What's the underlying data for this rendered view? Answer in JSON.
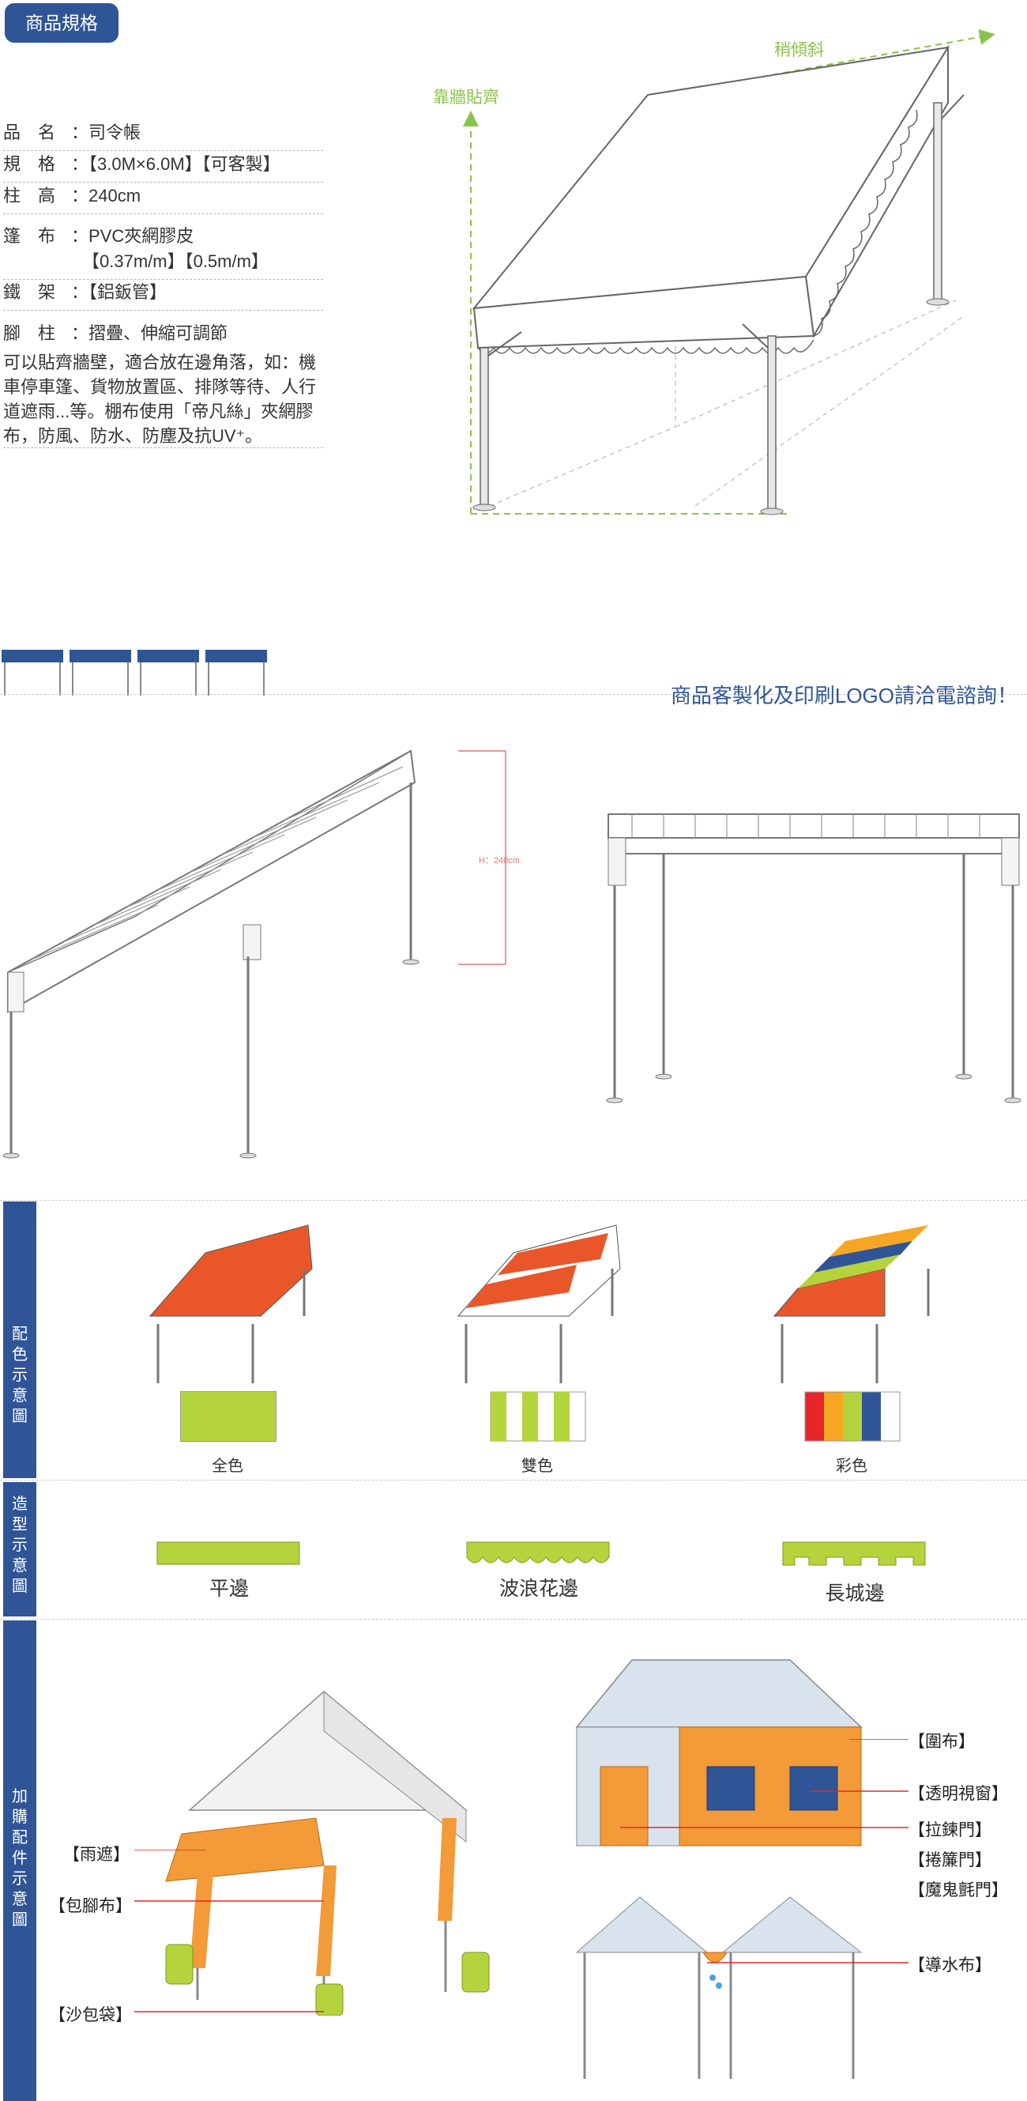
{
  "header": {
    "badge": "商品規格"
  },
  "specs": [
    {
      "key": "品　名",
      "value": "司令帳"
    },
    {
      "key": "規　格",
      "value": "【3.0M×6.0M】【可客製】"
    },
    {
      "key": "柱　高",
      "value": "240cm"
    },
    {
      "key": "篷　布",
      "value": "PVC夾網膠皮",
      "value2": "【0.37m/m】【0.5m/m】"
    },
    {
      "key": "鐵　架",
      "value": "【鋁鈑管】"
    },
    {
      "key": "腳　柱",
      "value": "摺疊、伸縮可調節"
    }
  ],
  "description": "可以貼齊牆壁，適合放在邊角落，如：機車停車篷、貨物放置區、排隊等待、人行道遮雨...等。棚布使用「帝凡絲」夾網膠布，防風、防水、防塵及抗UV⁺。",
  "diagram": {
    "slope_label": "稍傾斜",
    "wall_label": "靠牆貼齊"
  },
  "notice": "商品客製化及印刷LOGO請洽電諮詢！",
  "frame": {
    "height_label": "H：240cm"
  },
  "color_section": {
    "side_label": [
      "配",
      "色",
      "示",
      "意",
      "圖"
    ],
    "items": [
      {
        "label": "全色"
      },
      {
        "label": "雙色"
      },
      {
        "label": "彩色"
      }
    ],
    "colors": {
      "orange_red": "#e8562a",
      "lime": "#b5d33d",
      "rainbow": [
        "#e6262a",
        "#f6a623",
        "#b5d33d",
        "#2f5597",
        "#ffffff"
      ]
    }
  },
  "shape_section": {
    "side_label": [
      "造",
      "型",
      "示",
      "意",
      "圖"
    ],
    "items": [
      {
        "label": "平邊"
      },
      {
        "label": "波浪花邊"
      },
      {
        "label": "長城邊"
      }
    ]
  },
  "accessory_section": {
    "side_label": [
      "加",
      "購",
      "配",
      "件",
      "示",
      "意",
      "圖"
    ],
    "left_labels": [
      "【雨遮】",
      "【包腳布】",
      "【沙包袋】"
    ],
    "right_labels": [
      "【圍布】",
      "【透明視窗】",
      "【拉鍊門】",
      "【捲簾門】",
      "【魔鬼氈門】",
      "【導水布】"
    ]
  }
}
